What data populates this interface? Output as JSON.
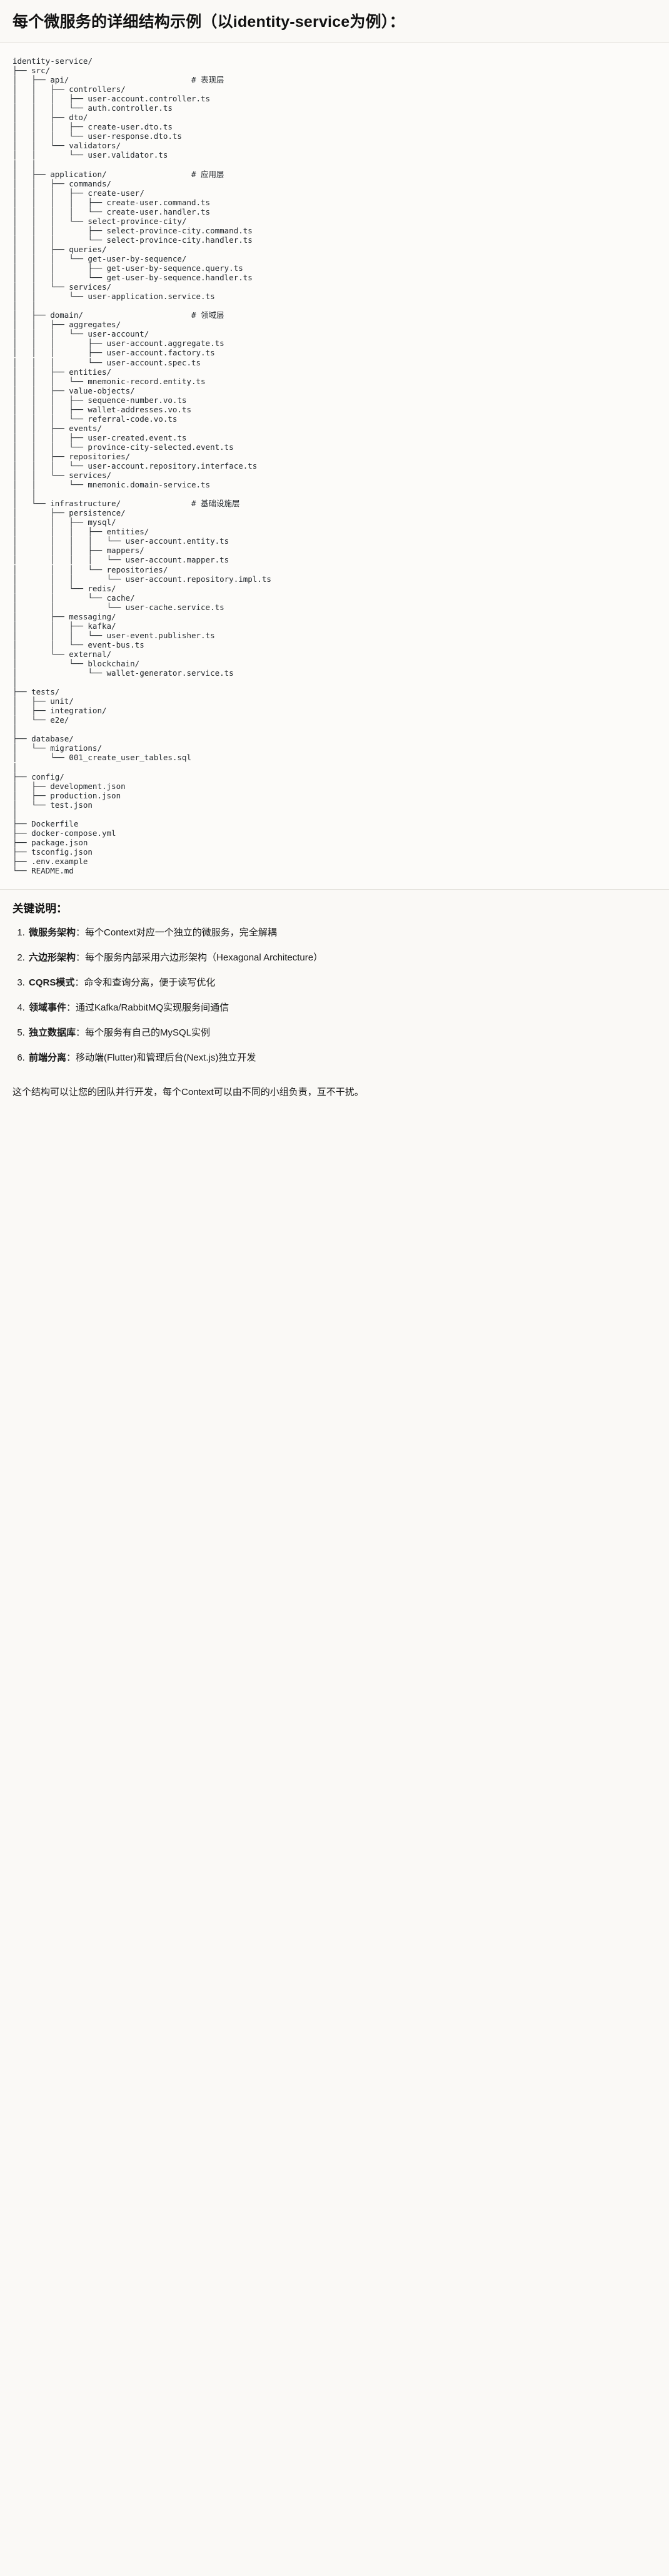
{
  "heading": "每个微服务的详细结构示例（以identity-service为例）：",
  "tree": {
    "label": "identity-service directory tree",
    "text": "identity-service/\n├── src/\n│   ├── api/                          # 表现层\n│   │   ├── controllers/\n│   │   │   ├── user-account.controller.ts\n│   │   │   └── auth.controller.ts\n│   │   ├── dto/\n│   │   │   ├── create-user.dto.ts\n│   │   │   └── user-response.dto.ts\n│   │   └── validators/\n│   │       └── user.validator.ts\n│   │\n│   ├── application/                  # 应用层\n│   │   ├── commands/\n│   │   │   ├── create-user/\n│   │   │   │   ├── create-user.command.ts\n│   │   │   │   └── create-user.handler.ts\n│   │   │   └── select-province-city/\n│   │   │       ├── select-province-city.command.ts\n│   │   │       └── select-province-city.handler.ts\n│   │   ├── queries/\n│   │   │   └── get-user-by-sequence/\n│   │   │       ├── get-user-by-sequence.query.ts\n│   │   │       └── get-user-by-sequence.handler.ts\n│   │   └── services/\n│   │       └── user-application.service.ts\n│   │\n│   ├── domain/                       # 领域层\n│   │   ├── aggregates/\n│   │   │   └── user-account/\n│   │   │       ├── user-account.aggregate.ts\n│   │   │       ├── user-account.factory.ts\n│   │   │       └── user-account.spec.ts\n│   │   ├── entities/\n│   │   │   └── mnemonic-record.entity.ts\n│   │   ├── value-objects/\n│   │   │   ├── sequence-number.vo.ts\n│   │   │   ├── wallet-addresses.vo.ts\n│   │   │   └── referral-code.vo.ts\n│   │   ├── events/\n│   │   │   ├── user-created.event.ts\n│   │   │   └── province-city-selected.event.ts\n│   │   ├── repositories/\n│   │   │   └── user-account.repository.interface.ts\n│   │   └── services/\n│   │       └── mnemonic.domain-service.ts\n│   │\n│   └── infrastructure/               # 基础设施层\n│       ├── persistence/\n│       │   ├── mysql/\n│       │   │   ├── entities/\n│       │   │   │   └── user-account.entity.ts\n│       │   │   ├── mappers/\n│       │   │   │   └── user-account.mapper.ts\n│       │   │   └── repositories/\n│       │   │       └── user-account.repository.impl.ts\n│       │   └── redis/\n│       │       └── cache/\n│       │           └── user-cache.service.ts\n│       ├── messaging/\n│       │   ├── kafka/\n│       │   │   └── user-event.publisher.ts\n│       │   └── event-bus.ts\n│       └── external/\n│           └── blockchain/\n│               └── wallet-generator.service.ts\n│\n├── tests/\n│   ├── unit/\n│   ├── integration/\n│   └── e2e/\n│\n├── database/\n│   └── migrations/\n│       └── 001_create_user_tables.sql\n│\n├── config/\n│   ├── development.json\n│   ├── production.json\n│   └── test.json\n│\n├── Dockerfile\n├── docker-compose.yml\n├── package.json\n├── tsconfig.json\n├── .env.example\n└── README.md"
  },
  "keypoints": {
    "title": "关键说明：",
    "items": [
      {
        "term": "微服务架构",
        "desc": "：每个Context对应一个独立的微服务，完全解耦"
      },
      {
        "term": "六边形架构",
        "desc": "：每个服务内部采用六边形架构（Hexagonal Architecture）"
      },
      {
        "term": "CQRS模式",
        "desc": "：命令和查询分离，便于读写优化"
      },
      {
        "term": "领域事件",
        "desc": "：通过Kafka/RabbitMQ实现服务间通信"
      },
      {
        "term": "独立数据库",
        "desc": "：每个服务有自己的MySQL实例"
      },
      {
        "term": "前端分离",
        "desc": "：移动端(Flutter)和管理后台(Next.js)独立开发"
      }
    ],
    "closing": "这个结构可以让您的团队并行开发，每个Context可以由不同的小组负责，互不干扰。"
  }
}
